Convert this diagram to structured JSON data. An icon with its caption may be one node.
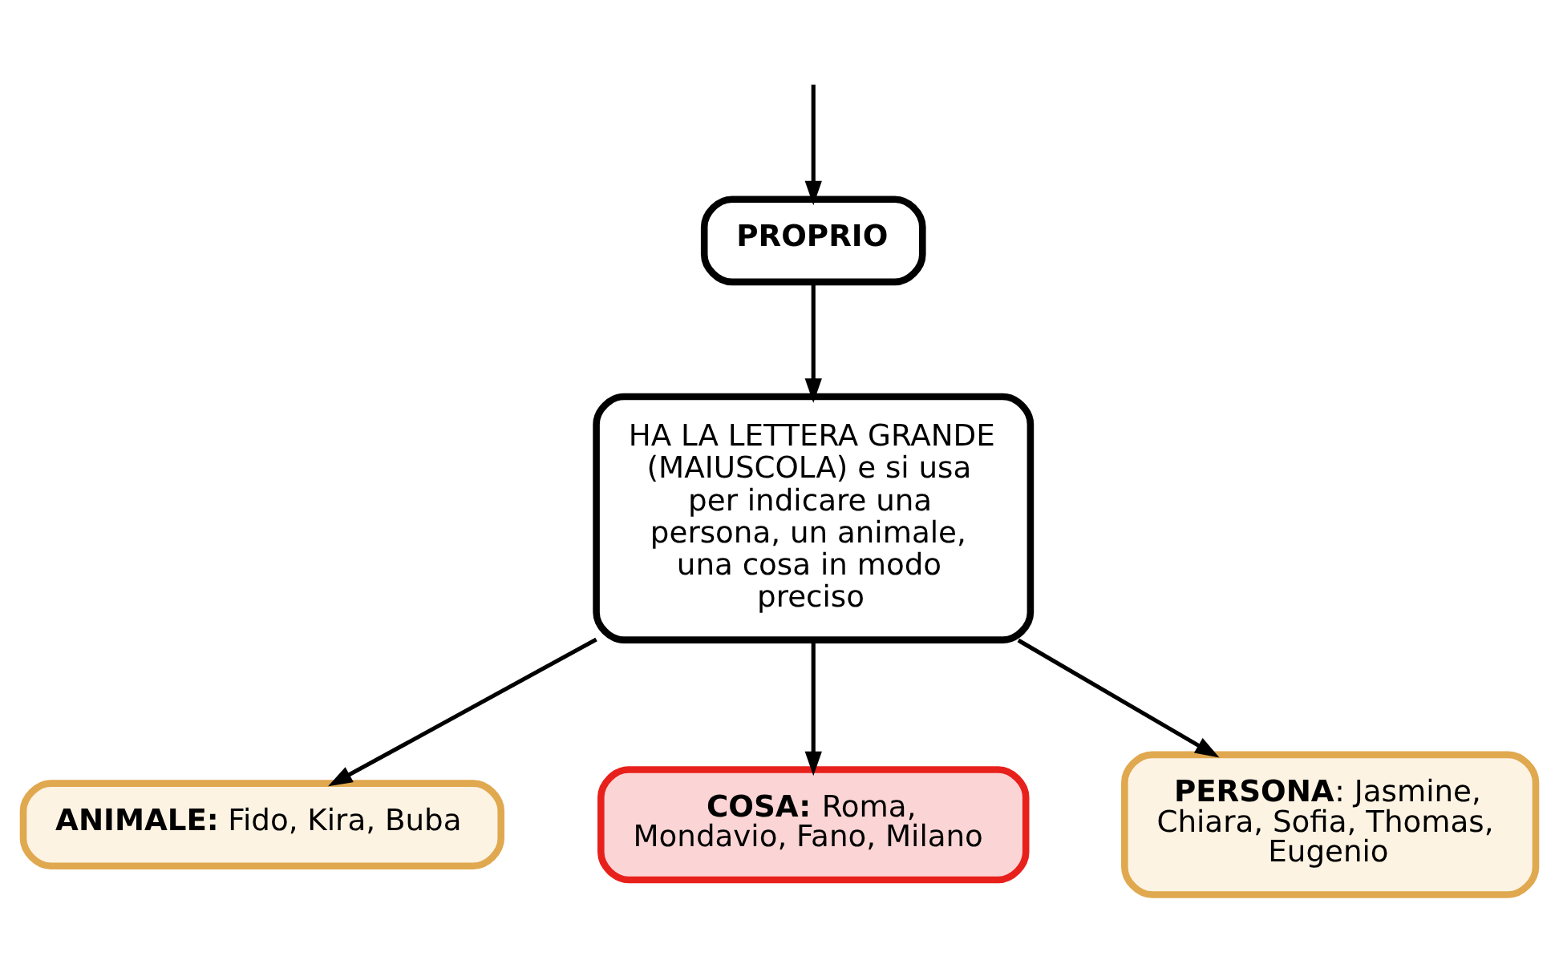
{
  "diagram": {
    "nodes": [
      {
        "text": [
          "PROPRIO"
        ]
      },
      {
        "text": [
          "HA LA LETTERA GRANDE (MAIUSCOLA) e si usa per indicare una persona, un animale, una cosa in modo preciso"
        ]
      },
      {
        "text": [
          "**ANIMALE:** Fido, Kira, Buba"
        ]
      },
      {
        "text": [
          "**COSA:** Roma, Mondavio, Fano, Milano"
        ]
      },
      {
        "text": [
          "**PERSONA**: Jasmine, Chiara, Sofia, Thomas, Eugenio"
        ]
      }
    ],
    "edges": [
      {
        "from": null,
        "to": 0,
        "arrow": "to"
      },
      {
        "from": 0,
        "to": 1,
        "arrow": "to"
      },
      {
        "from": 1,
        "to": 2,
        "arrow": "to"
      },
      {
        "from": 1,
        "to": 3,
        "arrow": "to"
      },
      {
        "from": 1,
        "to": 4,
        "arrow": "to"
      }
    ]
  }
}
